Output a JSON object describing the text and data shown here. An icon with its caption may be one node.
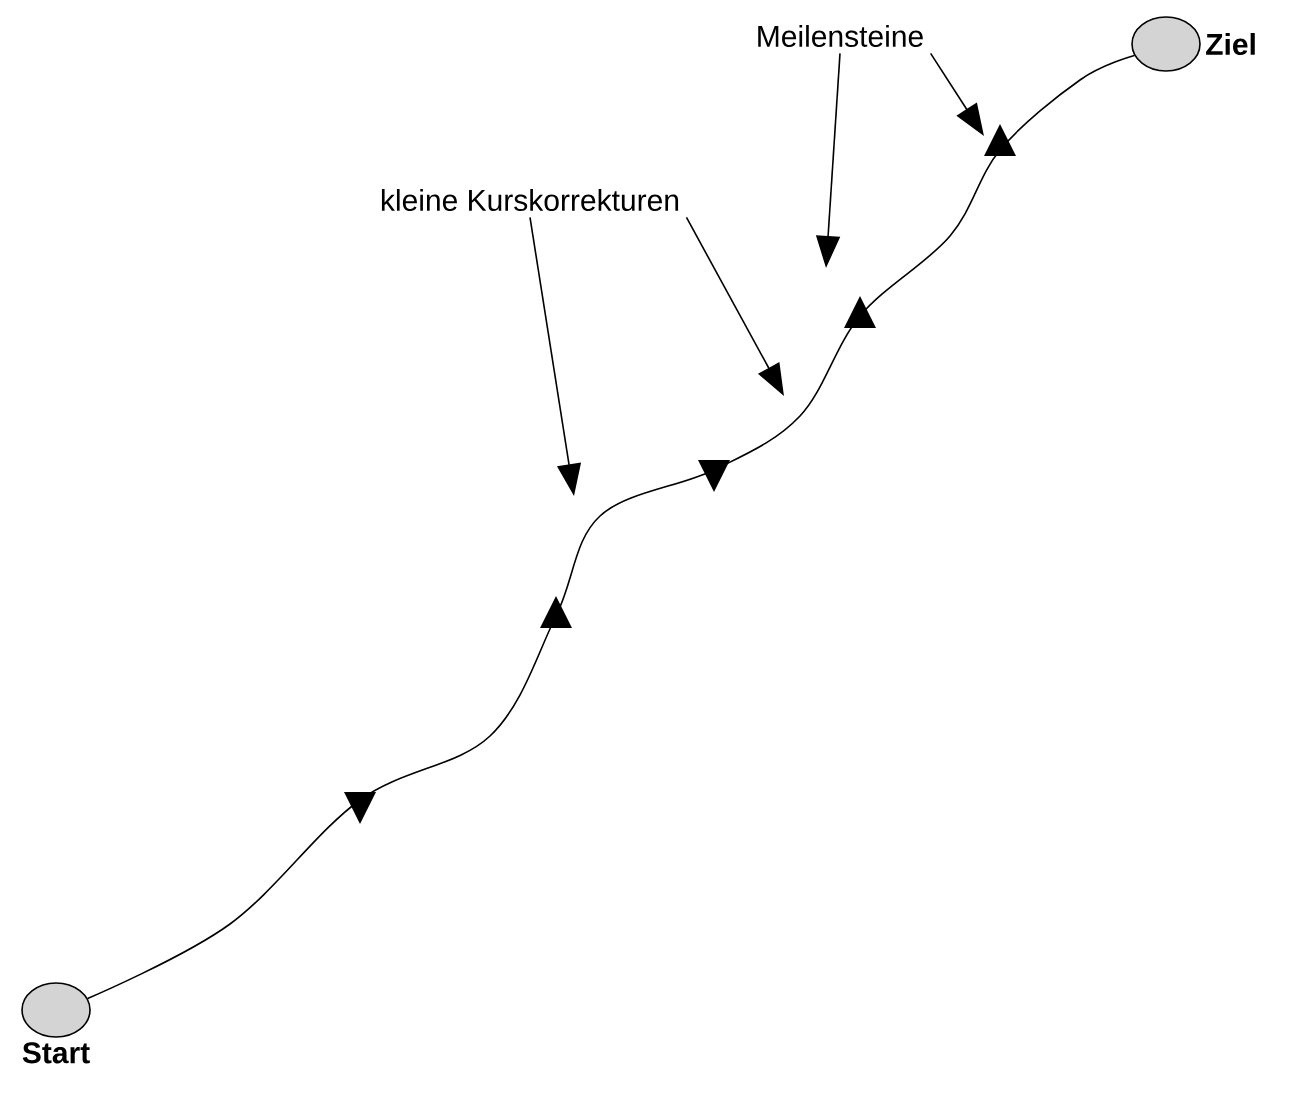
{
  "diagram": {
    "nodes": [
      {
        "text": [
          "Meilensteine"
        ]
      },
      {
        "text": [
          "Ziel"
        ]
      },
      {
        "text": [
          "kleine Kurskorrekturen"
        ]
      },
      {
        "text": [
          "Start"
        ]
      }
    ],
    "edges": [
      {
        "from": 3,
        "to": 1,
        "arrow": "to"
      },
      {
        "from": 0,
        "to": null,
        "arrow": "to"
      },
      {
        "from": 0,
        "to": null,
        "arrow": "to"
      },
      {
        "from": 2,
        "to": null,
        "arrow": "to"
      },
      {
        "from": 2,
        "to": null,
        "arrow": "to"
      }
    ]
  }
}
